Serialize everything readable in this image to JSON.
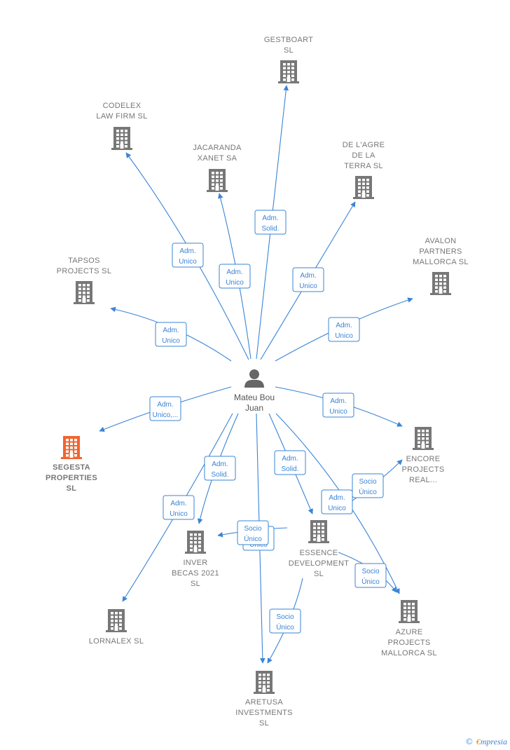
{
  "center": {
    "id": "mateu",
    "label": [
      "Mateu Bou",
      "Juan"
    ]
  },
  "companies": [
    {
      "id": "gestboart",
      "label": [
        "GESTBOART",
        "SL"
      ],
      "color": "#777777"
    },
    {
      "id": "codelex",
      "label": [
        "CODELEX",
        "LAW FIRM SL"
      ],
      "color": "#777777"
    },
    {
      "id": "jacaranda",
      "label": [
        "JACARANDA",
        "XANET SA"
      ],
      "color": "#777777"
    },
    {
      "id": "delagre",
      "label": [
        "DE L'AGRE",
        "DE LA",
        "TERRA SL"
      ],
      "color": "#777777"
    },
    {
      "id": "avalon",
      "label": [
        "AVALON",
        "PARTNERS",
        "MALLORCA  SL"
      ],
      "color": "#777777"
    },
    {
      "id": "tapsos",
      "label": [
        "TAPSOS",
        "PROJECTS  SL"
      ],
      "color": "#777777"
    },
    {
      "id": "segesta",
      "label": [
        "SEGESTA",
        "PROPERTIES",
        "SL"
      ],
      "color": "#f26430",
      "highlight": true
    },
    {
      "id": "encore",
      "label": [
        "ENCORE",
        "PROJECTS",
        "REAL..."
      ],
      "color": "#777777"
    },
    {
      "id": "inver",
      "label": [
        "INVER",
        "BECAS 2021",
        "SL"
      ],
      "color": "#777777"
    },
    {
      "id": "essence",
      "label": [
        "ESSENCE",
        "DEVELOPMENT",
        "SL"
      ],
      "color": "#777777"
    },
    {
      "id": "lornalex",
      "label": [
        "LORNALEX SL"
      ],
      "color": "#777777"
    },
    {
      "id": "azure",
      "label": [
        "AZURE",
        "PROJECTS",
        "MALLORCA  SL"
      ],
      "color": "#777777"
    },
    {
      "id": "aretusa",
      "label": [
        "ARETUSA",
        "INVESTMENTS",
        "SL"
      ],
      "color": "#777777"
    }
  ],
  "edges": [
    {
      "from": "mateu",
      "to": "gestboart",
      "label": [
        "Adm.",
        "Solid."
      ]
    },
    {
      "from": "mateu",
      "to": "codelex",
      "label": [
        "Adm.",
        "Unico"
      ]
    },
    {
      "from": "mateu",
      "to": "jacaranda",
      "label": [
        "Adm.",
        "Unico"
      ]
    },
    {
      "from": "mateu",
      "to": "delagre",
      "label": [
        "Adm.",
        "Unico"
      ]
    },
    {
      "from": "mateu",
      "to": "avalon",
      "label": [
        "Adm.",
        "Unico"
      ]
    },
    {
      "from": "mateu",
      "to": "tapsos",
      "label": [
        "Adm.",
        "Unico"
      ]
    },
    {
      "from": "mateu",
      "to": "segesta",
      "label": [
        "Adm.",
        "Unico,..."
      ]
    },
    {
      "from": "mateu",
      "to": "encore",
      "label": [
        "Adm.",
        "Unico"
      ]
    },
    {
      "from": "mateu",
      "to": "inver",
      "label": [
        "Adm.",
        "Solid."
      ]
    },
    {
      "from": "mateu",
      "to": "essence",
      "label": [
        "Adm.",
        "Solid."
      ]
    },
    {
      "from": "mateu",
      "to": "lornalex",
      "label": [
        "Adm.",
        "Unico"
      ]
    },
    {
      "from": "mateu",
      "to": "azure",
      "label": [
        "Adm.",
        "Unico"
      ]
    },
    {
      "from": "mateu",
      "to": "aretusa",
      "label": [
        "Adm.",
        "Unico"
      ]
    },
    {
      "from": "essence",
      "to": "encore",
      "label": [
        "Socio",
        "Único"
      ]
    },
    {
      "from": "essence",
      "to": "azure",
      "label": [
        "Socio",
        "Único"
      ]
    },
    {
      "from": "essence",
      "to": "aretusa",
      "label": [
        "Socio",
        "Único"
      ]
    },
    {
      "from": "essence",
      "to": "inver",
      "label": [
        "Socio",
        "Único"
      ]
    }
  ],
  "footer": {
    "copyright": "©",
    "brand_first": "€",
    "brand_rest": "mpresia"
  }
}
